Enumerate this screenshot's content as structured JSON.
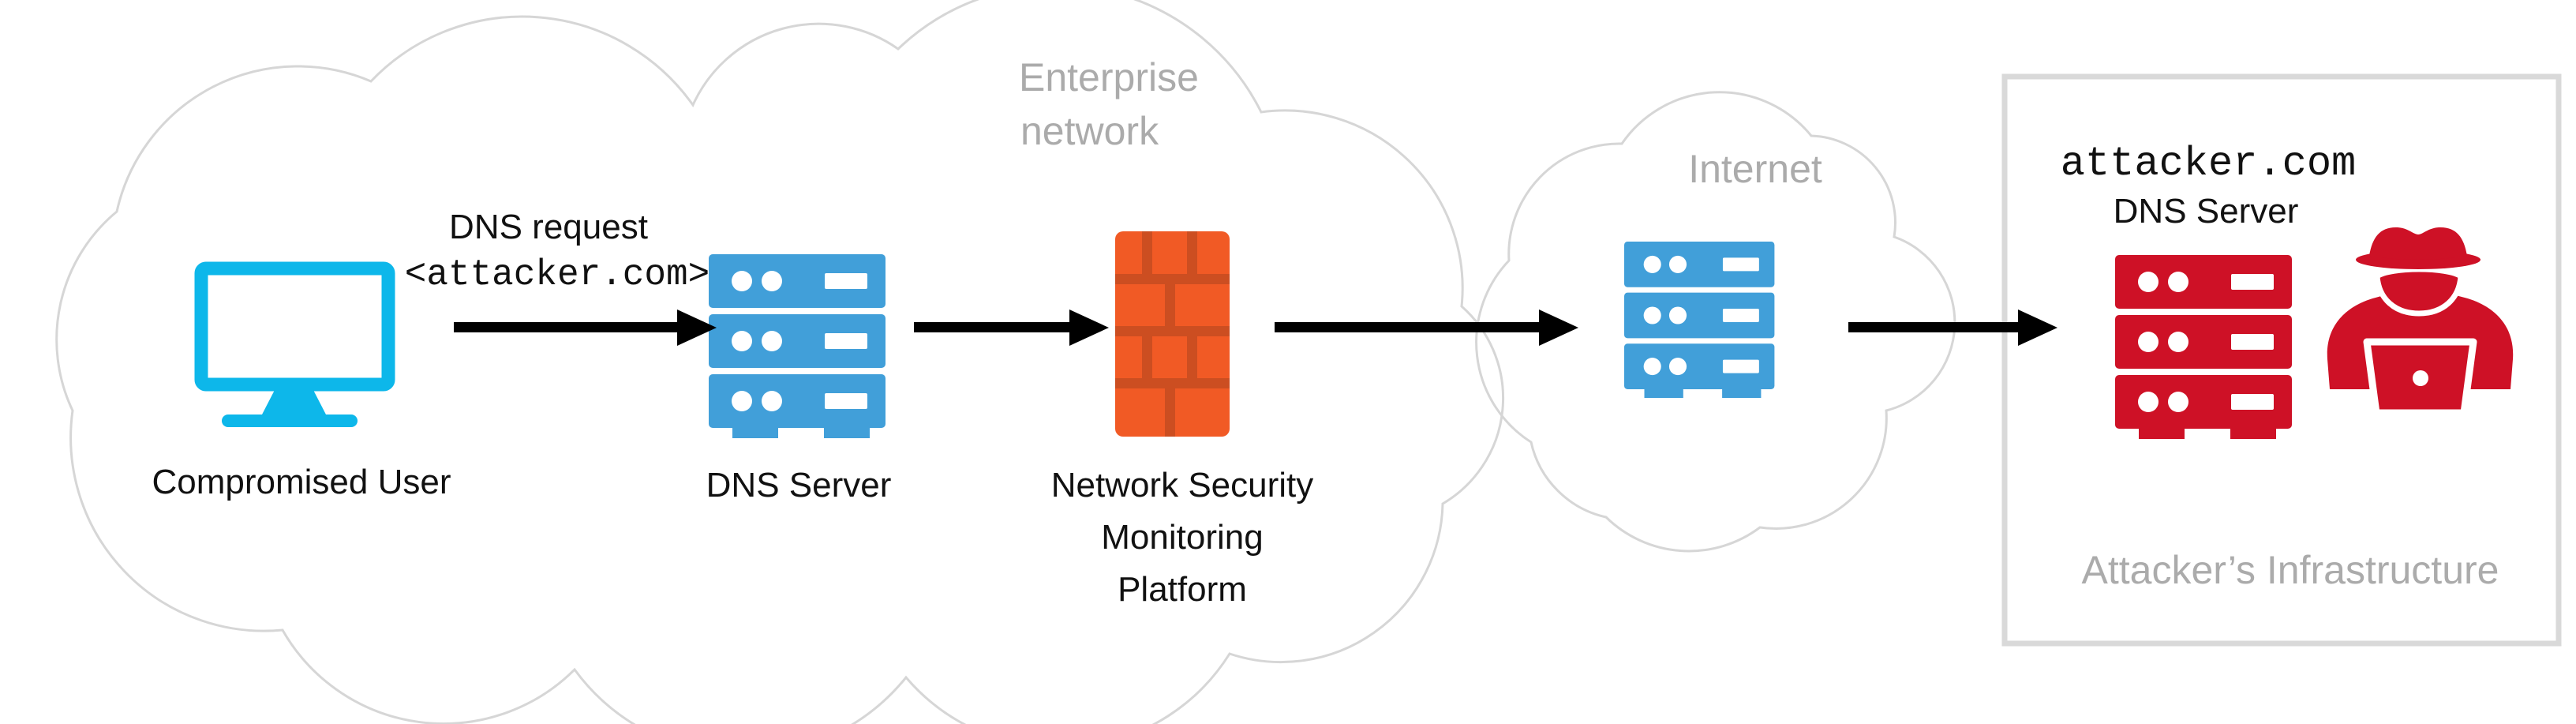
{
  "diagram": {
    "type": "network-attack-flow",
    "colors": {
      "cyan": "#0db7ea",
      "blue": "#419fd9",
      "red": "#ce1126",
      "orange_brick": "#f15a25",
      "orange_mortar": "#cc4e21",
      "cloud_outline": "#d6d6d6",
      "box_border": "#d9d9d9",
      "gray_label": "#ababab",
      "arrow": "#000000",
      "black_text": "#111111"
    },
    "clouds": {
      "enterprise": {
        "label_line1": "Enterprise",
        "label_line2": "network"
      },
      "internet": {
        "label": "Internet"
      }
    },
    "nodes": {
      "compromised_user": {
        "label": "Compromised User",
        "icon": "monitor-icon"
      },
      "internal_dns": {
        "label": "DNS Server",
        "icon": "server-icon"
      },
      "nsm_platform": {
        "label_line1": "Network Security",
        "label_line2": "Monitoring",
        "label_line3": "Platform",
        "icon": "firewall-icon"
      },
      "internet_server": {
        "icon": "server-icon"
      },
      "attacker_dns": {
        "domain": "attacker.com",
        "label": "DNS Server",
        "icon": "server-icon"
      },
      "attacker": {
        "icon": "hacker-icon"
      }
    },
    "attacker_box": {
      "label": "Attacker’s Infrastructure"
    },
    "edges": {
      "request": {
        "label_line1": "DNS request",
        "label_line2": "<attacker.com>"
      }
    }
  }
}
